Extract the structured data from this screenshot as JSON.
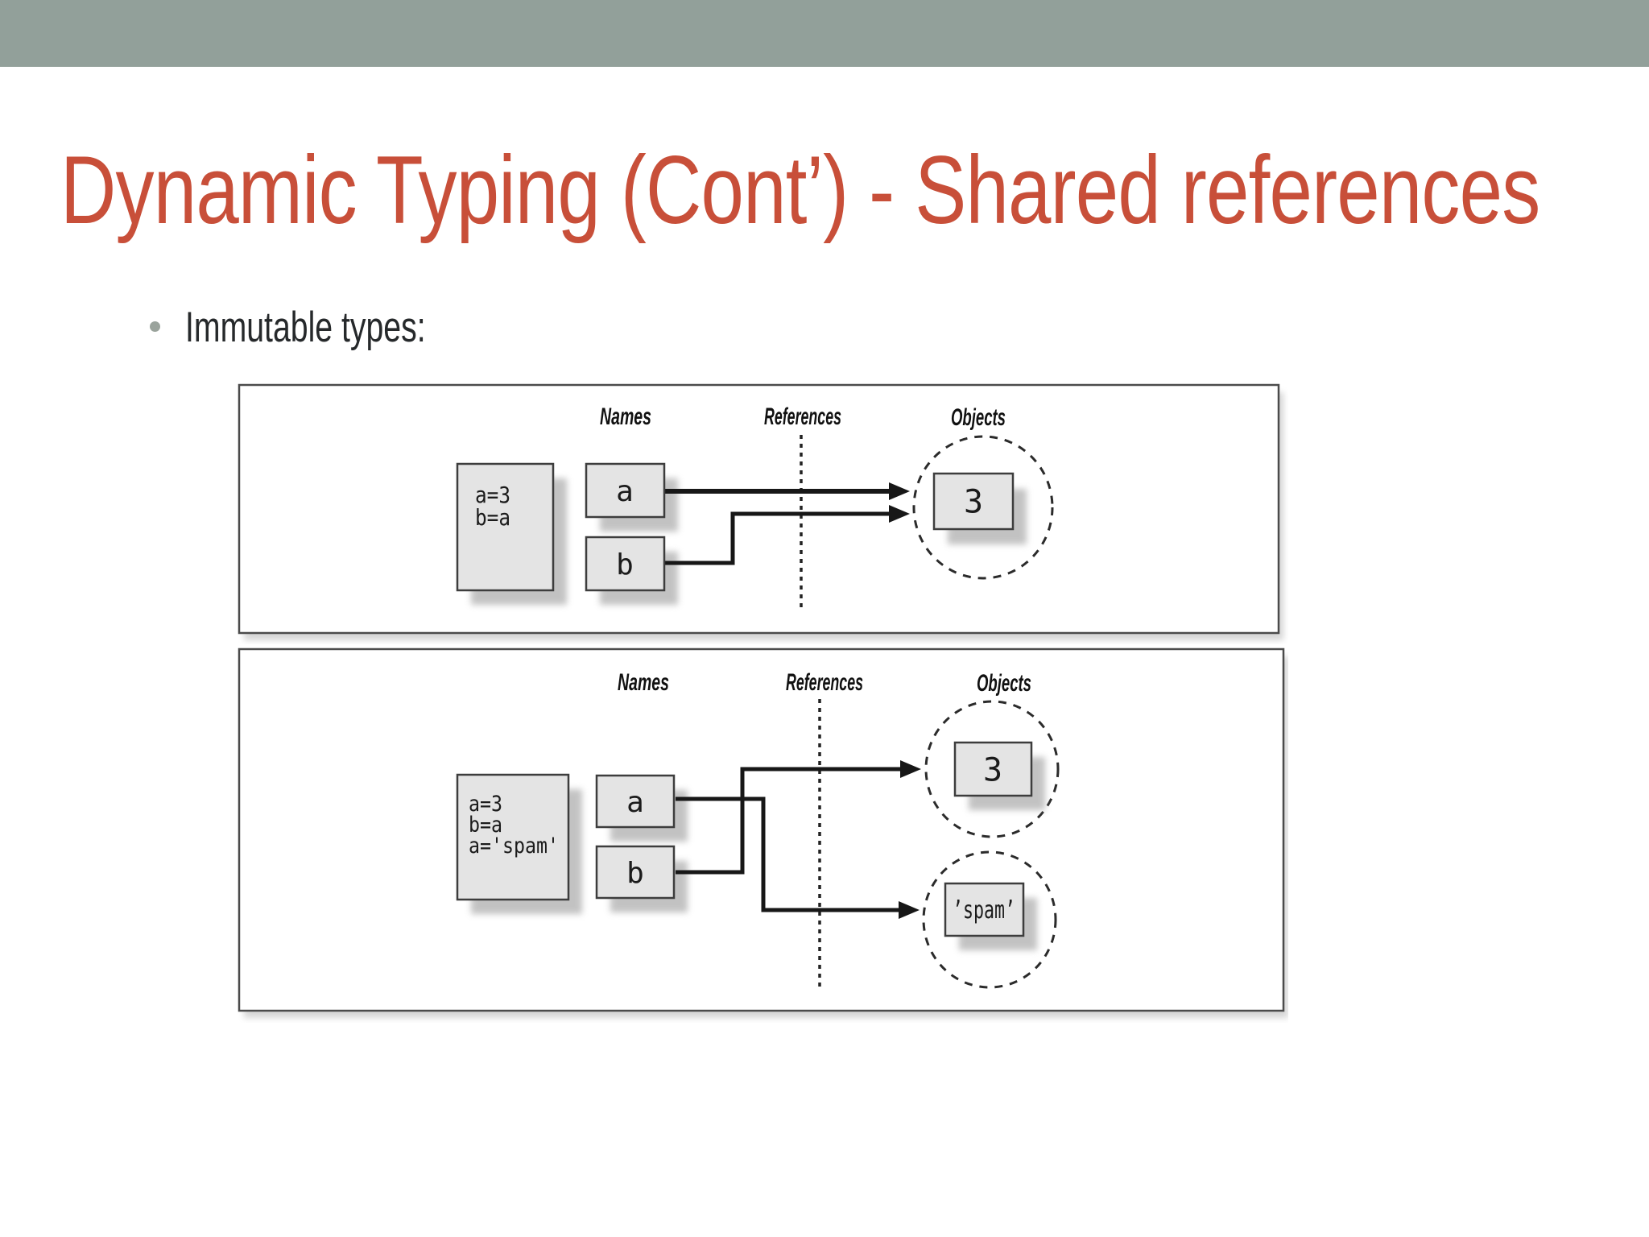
{
  "slide": {
    "title": "Dynamic Typing (Cont’) - Shared references",
    "bullet": "Immutable types:"
  },
  "colors": {
    "top_band": "#92A09A",
    "title_text": "#C84F39",
    "body_text": "#26292B",
    "bullet_dot": "#9AA39C",
    "figure_box_fill": "#E4E4E4",
    "figure_ink": "#171717",
    "background": "#FFFFFF"
  },
  "figure_top": {
    "col_names": "Names",
    "col_references": "References",
    "col_objects": "Objects",
    "code_line1": "a=3",
    "code_line2": "b=a",
    "name_a": "a",
    "name_b": "b",
    "object_3": "3"
  },
  "figure_bottom": {
    "col_names": "Names",
    "col_references": "References",
    "col_objects": "Objects",
    "code_line1": "a=3",
    "code_line2": "b=a",
    "code_line3": "a='spam'",
    "name_a": "a",
    "name_b": "b",
    "object_3": "3",
    "object_spam": "’spam’"
  }
}
